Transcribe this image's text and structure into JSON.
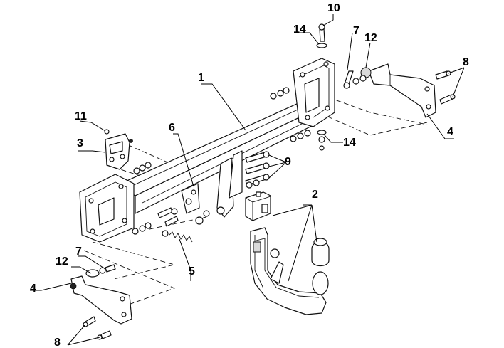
{
  "diagram": {
    "callouts": [
      {
        "id": "c1",
        "text": "1"
      },
      {
        "id": "c2",
        "text": "2"
      },
      {
        "id": "c3",
        "text": "3"
      },
      {
        "id": "c4a",
        "text": "4"
      },
      {
        "id": "c4b",
        "text": "4"
      },
      {
        "id": "c5",
        "text": "5"
      },
      {
        "id": "c6",
        "text": "6"
      },
      {
        "id": "c7a",
        "text": "7"
      },
      {
        "id": "c7b",
        "text": "7"
      },
      {
        "id": "c8a",
        "text": "8"
      },
      {
        "id": "c8b",
        "text": "8"
      },
      {
        "id": "c9",
        "text": "9"
      },
      {
        "id": "c10",
        "text": "10"
      },
      {
        "id": "c11",
        "text": "11"
      },
      {
        "id": "c12a",
        "text": "12"
      },
      {
        "id": "c12b",
        "text": "12"
      },
      {
        "id": "c14a",
        "text": "14"
      },
      {
        "id": "c14b",
        "text": "14"
      }
    ]
  }
}
